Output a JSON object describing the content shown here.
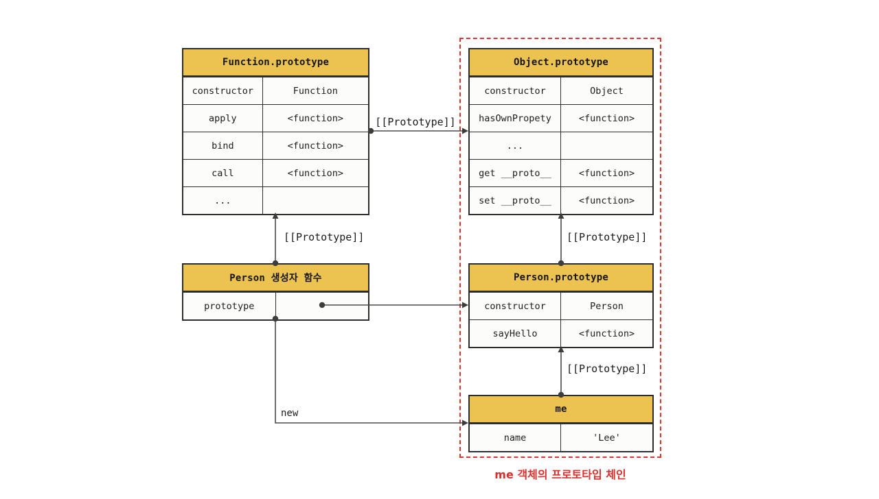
{
  "colors": {
    "header_bg": "#ECC351",
    "table_border": "#2D2D2D",
    "arrow": "#4A4A4A",
    "chain_red": "#DC2F2C",
    "row_bg": "#FCFCFA"
  },
  "tables": {
    "function_prototype": {
      "title": "Function.prototype",
      "rows": [
        {
          "key": "constructor",
          "value": "Function"
        },
        {
          "key": "apply",
          "value": "<function>"
        },
        {
          "key": "bind",
          "value": "<function>"
        },
        {
          "key": "call",
          "value": "<function>"
        },
        {
          "key": "...",
          "value": ""
        }
      ]
    },
    "object_prototype": {
      "title": "Object.prototype",
      "rows": [
        {
          "key": "constructor",
          "value": "Object"
        },
        {
          "key": "hasOwnPropety",
          "value": "<function>"
        },
        {
          "key": "...",
          "value": ""
        },
        {
          "key": "get __proto__",
          "value": "<function>"
        },
        {
          "key": "set __proto__",
          "value": "<function>"
        }
      ]
    },
    "person_constructor": {
      "title": "Person 생성자 함수",
      "rows": [
        {
          "key": "prototype",
          "value": ""
        }
      ]
    },
    "person_prototype": {
      "title": "Person.prototype",
      "rows": [
        {
          "key": "constructor",
          "value": "Person"
        },
        {
          "key": "sayHello",
          "value": "<function>"
        }
      ]
    },
    "me": {
      "title": "me",
      "rows": [
        {
          "key": "name",
          "value": "'Lee'"
        }
      ]
    }
  },
  "labels": {
    "proto_function_to_object": "[[Prototype]]",
    "proto_person_to_function": "[[Prototype]]",
    "proto_personproto_to_object": "[[Prototype]]",
    "proto_me_to_personproto": "[[Prototype]]",
    "new_link": "new",
    "chain_caption": "me 객체의 프로토타입 체인"
  }
}
